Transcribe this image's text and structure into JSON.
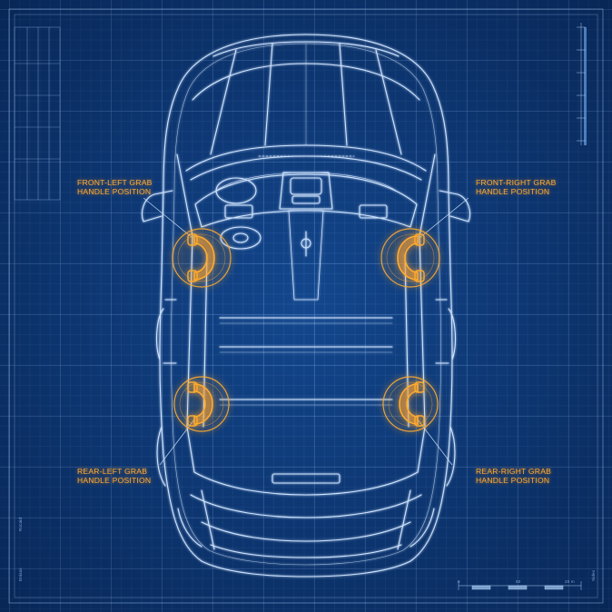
{
  "callouts": {
    "front_left": {
      "line1": "FRONT-LEFT GRAB",
      "line2": "HANDLE POSITION"
    },
    "front_right": {
      "line1": "FRONT-RIGHT GRAB",
      "line2": "HANDLE POSITION"
    },
    "rear_left": {
      "line1": "REAR-LEFT GRAB",
      "line2": "HANDLE POSITION"
    },
    "rear_right": {
      "line1": "REAR-RIGHT GRAB",
      "line2": "HANDLE POSITION"
    }
  },
  "side_labels": {
    "left_1": "Rocaid",
    "left_2": "Enisas",
    "bottom_right": "Sides",
    "scale_0": "0",
    "scale_50": "50",
    "scale_20": "20 m"
  },
  "colors": {
    "background": "#0c3d7d",
    "line": "#cfe4ff",
    "accent": "#ffab2e"
  }
}
